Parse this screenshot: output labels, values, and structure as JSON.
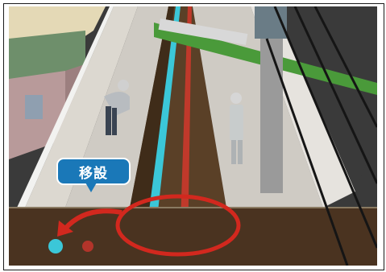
{
  "illustration": {
    "kind": "3d-render",
    "subject": "underground-pipe-relocation",
    "callout": {
      "label": "移設"
    },
    "colors": {
      "water_pipe": "#3bc7d8",
      "gas_pipe": "#c0392b",
      "highlight_ring": "#d2281e",
      "road": "#cfcbc4",
      "soil": "#4a3320",
      "callout_bg": "#1a78b8"
    },
    "icons": [
      "arrow-curved-icon",
      "highlight-ellipse"
    ]
  }
}
